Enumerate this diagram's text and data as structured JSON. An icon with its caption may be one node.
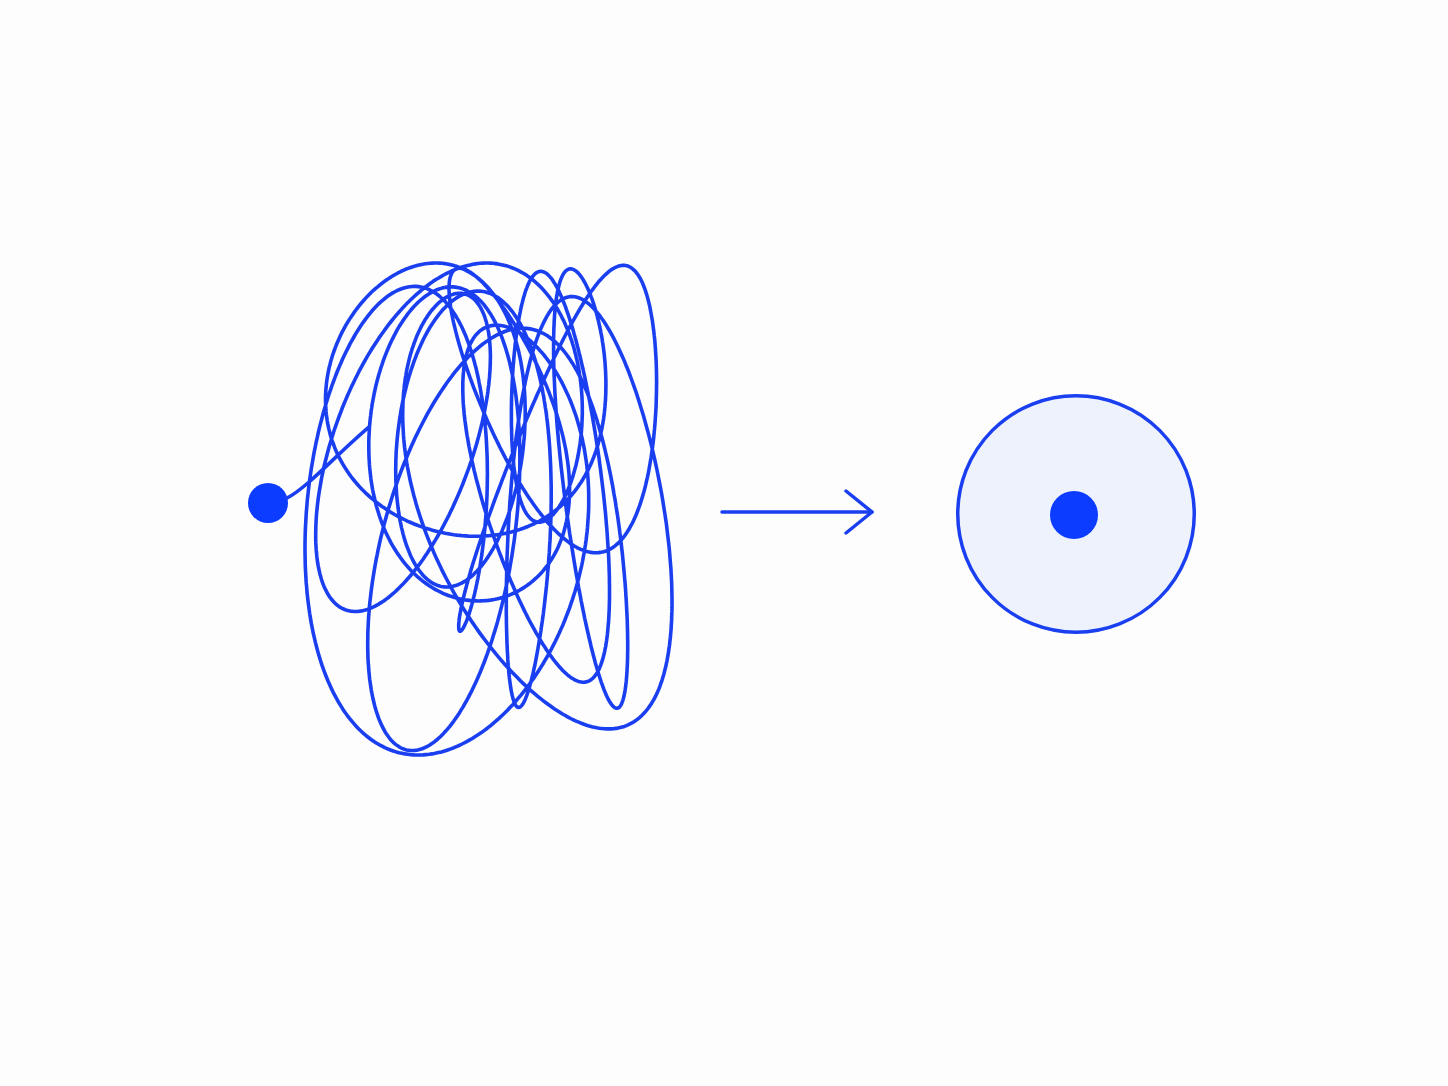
{
  "diagram": {
    "nodes": [
      {
        "text": [],
        "shape": "scribble"
      },
      {
        "text": [],
        "shape": "circle"
      },
      {
        "text": [],
        "shape": "circle",
        "in": 1
      }
    ],
    "edges": [
      {
        "from": 0,
        "to": 1,
        "arrow": "to"
      }
    ]
  }
}
